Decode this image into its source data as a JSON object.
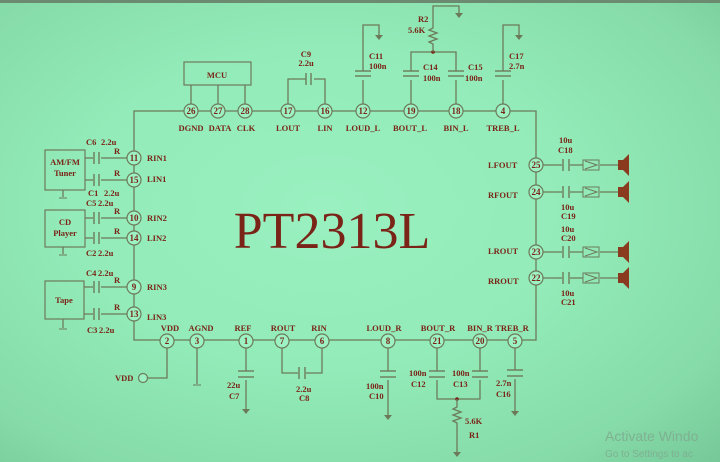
{
  "chip": {
    "name": "PT2313L"
  },
  "mcu": {
    "label": "MCU"
  },
  "sources": [
    {
      "label_line1": "AM/FM",
      "label_line2": "Tuner"
    },
    {
      "label_line1": "CD",
      "label_line2": "Player"
    },
    {
      "label_line1": "Tape",
      "label_line2": ""
    }
  ],
  "top_pins": [
    {
      "num": "26",
      "name": "DGND"
    },
    {
      "num": "27",
      "name": "DATA"
    },
    {
      "num": "28",
      "name": "CLK"
    },
    {
      "num": "17",
      "name": "LOUT"
    },
    {
      "num": "16",
      "name": "LIN"
    },
    {
      "num": "12",
      "name": "LOUD_L"
    },
    {
      "num": "19",
      "name": "BOUT_L"
    },
    {
      "num": "18",
      "name": "BIN_L"
    },
    {
      "num": "4",
      "name": "TREB_L"
    }
  ],
  "left_pins": [
    {
      "num": "11",
      "name": "RIN1"
    },
    {
      "num": "15",
      "name": "LIN1"
    },
    {
      "num": "10",
      "name": "RIN2"
    },
    {
      "num": "14",
      "name": "LIN2"
    },
    {
      "num": "9",
      "name": "RIN3"
    },
    {
      "num": "13",
      "name": "LIN3"
    }
  ],
  "right_pins": [
    {
      "num": "25",
      "name": "LFOUT"
    },
    {
      "num": "24",
      "name": "RFOUT"
    },
    {
      "num": "23",
      "name": "LROUT"
    },
    {
      "num": "22",
      "name": "RROUT"
    }
  ],
  "bottom_pins": [
    {
      "num": "2",
      "name": "VDD"
    },
    {
      "num": "3",
      "name": "AGND"
    },
    {
      "num": "1",
      "name": "REF"
    },
    {
      "num": "7",
      "name": "ROUT"
    },
    {
      "num": "6",
      "name": "RIN"
    },
    {
      "num": "8",
      "name": "LOUD_R"
    },
    {
      "num": "21",
      "name": "BOUT_R"
    },
    {
      "num": "20",
      "name": "BIN_R"
    },
    {
      "num": "5",
      "name": "TREB_R"
    }
  ],
  "components": {
    "C1": {
      "name": "C1",
      "value": "2.2u"
    },
    "C2": {
      "name": "C2",
      "value": "2.2u"
    },
    "C3": {
      "name": "C3",
      "value": "2.2u"
    },
    "C4": {
      "name": "C4",
      "value": "2.2u"
    },
    "C5": {
      "name": "C5",
      "value": "2.2u"
    },
    "C6": {
      "name": "C6",
      "value": "2.2u"
    },
    "C7": {
      "name": "C7",
      "value": "22u"
    },
    "C8": {
      "name": "C8",
      "value": "2.2u"
    },
    "C9": {
      "name": "C9",
      "value": "2.2u"
    },
    "C10": {
      "name": "C10",
      "value": "100n"
    },
    "C11": {
      "name": "C11",
      "value": "100n"
    },
    "C12": {
      "name": "C12",
      "value": "100n"
    },
    "C13": {
      "name": "C13",
      "value": "100n"
    },
    "C14": {
      "name": "C14",
      "value": "100n"
    },
    "C15": {
      "name": "C15",
      "value": "100n"
    },
    "C16": {
      "name": "C16",
      "value": "2.7n"
    },
    "C17": {
      "name": "C17",
      "value": "2.7n"
    },
    "C18": {
      "name": "C18",
      "value": "10u"
    },
    "C19": {
      "name": "C19",
      "value": "10u"
    },
    "C20": {
      "name": "C20",
      "value": "10u"
    },
    "C21": {
      "name": "C21",
      "value": "10u"
    },
    "R1": {
      "name": "R1",
      "value": "5.6K"
    },
    "R2": {
      "name": "R2",
      "value": "5.6K"
    },
    "R": {
      "name": "R"
    }
  },
  "vdd_terminal": {
    "label": "VDD"
  },
  "watermark": {
    "line1": "Activate Windo",
    "line2": "Go to Settings to ac"
  },
  "colors": {
    "background": "#92ebb8",
    "ink": "#7a2418",
    "wire": "#6d7a5a",
    "speaker": "#8a3a1e"
  }
}
